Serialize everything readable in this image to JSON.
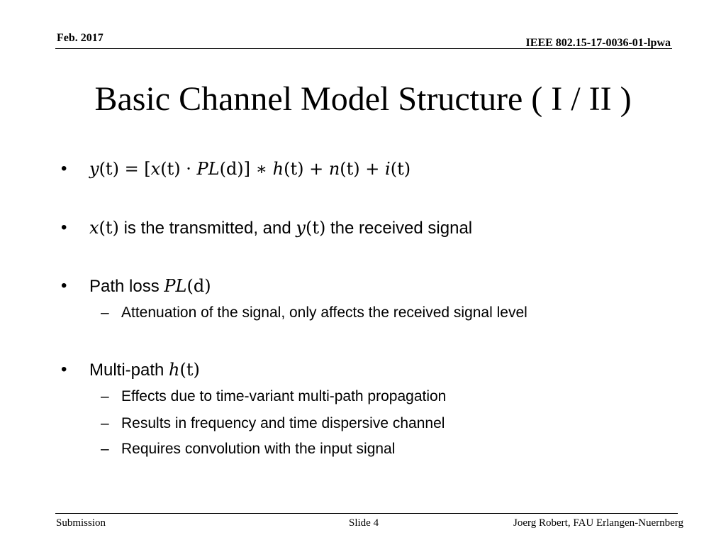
{
  "header": {
    "date": "Feb. 2017",
    "doc_id": "IEEE 802.15-17-0036-01-lpwa"
  },
  "title": "Basic Channel Model Structure ( I / II )",
  "bullets": {
    "b1": {
      "equation": {
        "y": "y",
        "t1": "(t)",
        "eq": " = [",
        "x": "x",
        "t2": "(t)",
        "dot": " · ",
        "PL": "PL",
        "d": "(d)",
        "close": "] ∗ ",
        "h": "h",
        "t3": "(t)",
        "plus1": " + ",
        "n": "n",
        "t4": "(t)",
        "plus2": " + ",
        "i": "i",
        "t5": "(t)"
      }
    },
    "b2": {
      "x": "x",
      "xt": "(t)",
      "text1": " is the transmitted, and ",
      "y": "y",
      "yt": "(t)",
      "text2": " the received signal"
    },
    "b3": {
      "text": "Path loss ",
      "PL": "PL",
      "d": "(d)",
      "sub1": "Attenuation of the signal, only affects the received signal level"
    },
    "b4": {
      "text": "Multi-path ",
      "h": "h",
      "t": "(t)",
      "sub1": "Effects due to time-variant multi-path propagation",
      "sub2": "Results in frequency and time dispersive channel",
      "sub3": "Requires convolution with the input signal"
    },
    "bullet_char": "•",
    "dash_char": "–"
  },
  "footer": {
    "left": "Submission",
    "center": "Slide 4",
    "right": "Joerg Robert, FAU Erlangen-Nuernberg"
  }
}
